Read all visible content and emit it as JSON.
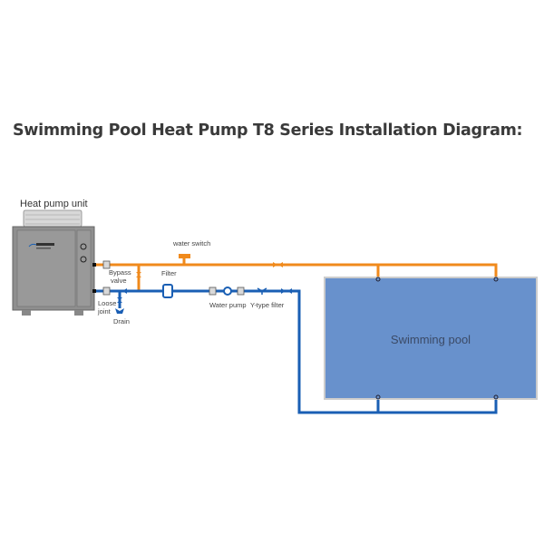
{
  "title": "Swimming Pool Heat Pump T8 Series Installation Diagram:",
  "labels": {
    "heat_pump_unit": "Heat pump unit",
    "water_switch": "water switch",
    "bypass_valve_1": "Bypass",
    "bypass_valve_2": "valve",
    "filter": "Filter",
    "loose_joint_1": "Loose",
    "loose_joint_2": "joint",
    "drain": "Drain",
    "water_pump": "Water pump",
    "y_type_filter": "Y-type filter",
    "swimming_pool": "Swimming pool"
  },
  "colors": {
    "hot_pipe": "#f08a1c",
    "cold_pipe": "#1a5fb4",
    "pool": "#6891cc",
    "unit": "#8c8c8c"
  }
}
